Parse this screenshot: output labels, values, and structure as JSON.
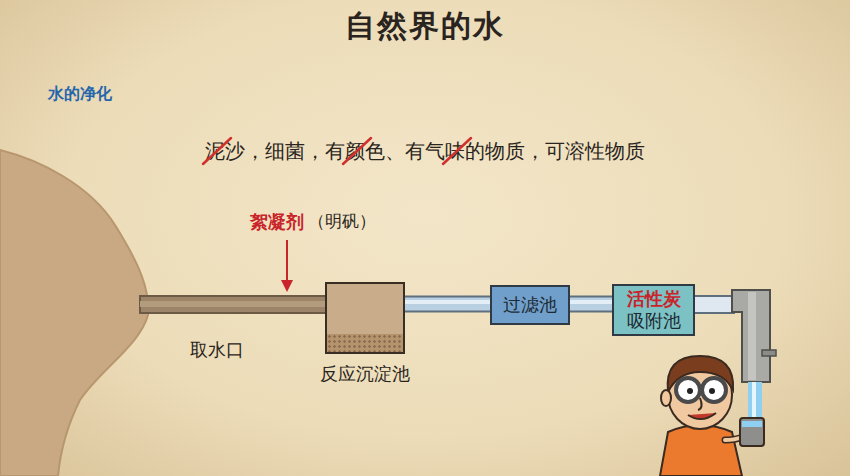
{
  "diagram": {
    "title": "自然界的水",
    "nodes": [
      {
        "text": [
          "反应沉淀池"
        ]
      },
      {
        "text": [
          "过滤池"
        ]
      },
      {
        "text": [
          "活性炭",
          "吸附池"
        ]
      }
    ],
    "edges": [
      {
        "from": 0,
        "to": 1,
        "arrow": "none"
      },
      {
        "from": 1,
        "to": 2,
        "arrow": "none"
      }
    ],
    "labels": [
      "水的净化",
      "泥沙，细菌，有颜色、有气味的物质，可溶性物质",
      "絮凝剂",
      "（明矾）",
      "取水口"
    ]
  }
}
